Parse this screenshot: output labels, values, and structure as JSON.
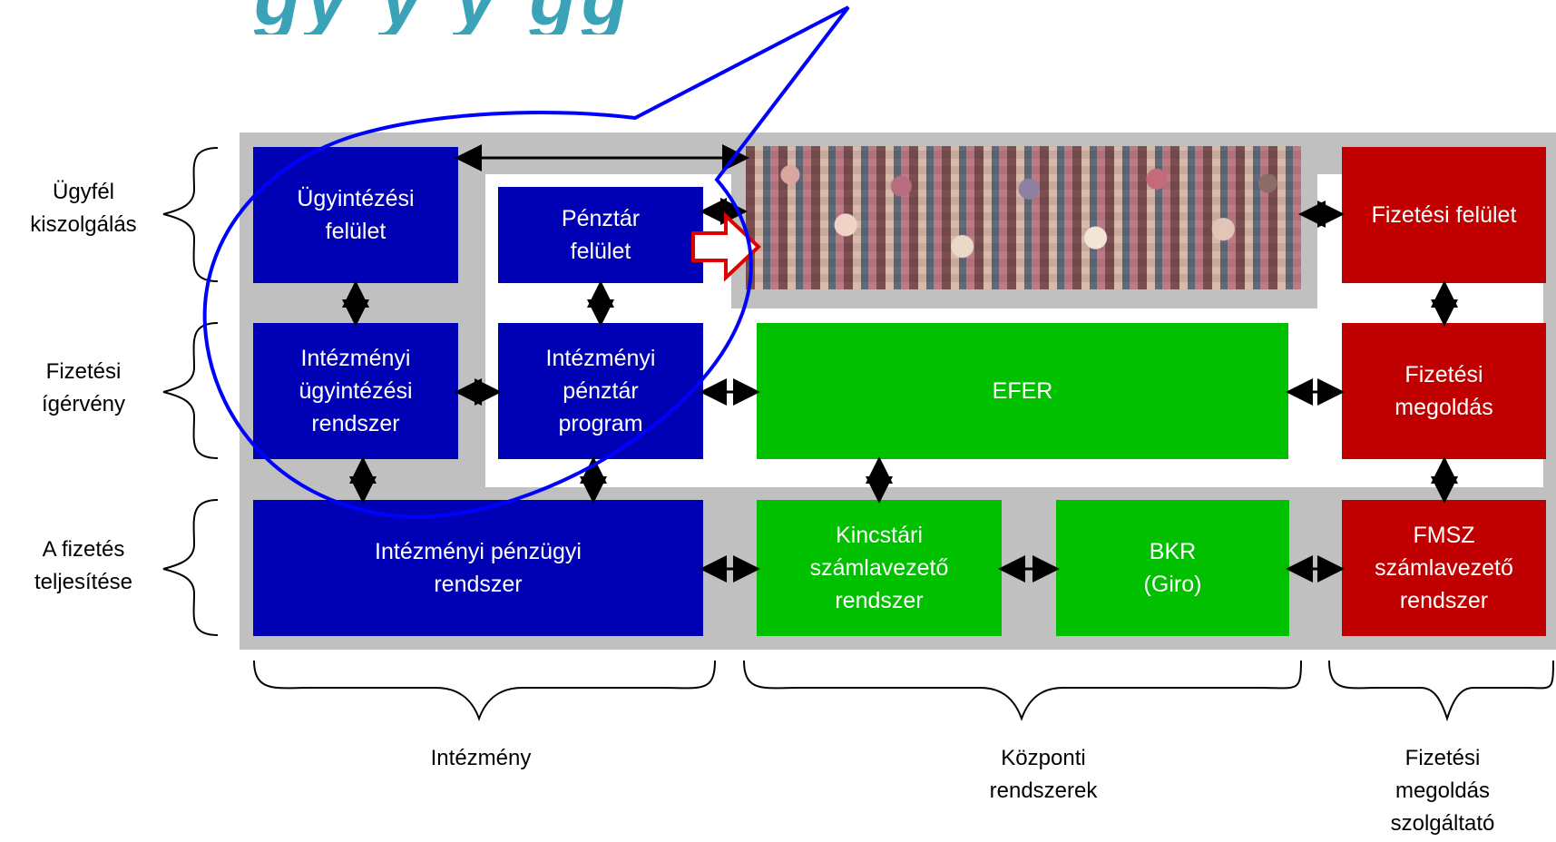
{
  "header": {
    "title_fragment": "gy        y          y gg"
  },
  "rows": {
    "customer_service": "Ügyfél\nkiszolgálás",
    "payment_promise": "Fizetési\nígérvény",
    "payment_completion": "A fizetés\nteljesítése"
  },
  "boxes": {
    "case_interface": "Ügyintézési\nfelület",
    "cashier_interface": "Pénztár\nfelület",
    "payment_interface": "Fizetési felület",
    "institutional_case_system": "Intézményi\nügyintézési\nrendszer",
    "institutional_cashier_program": "Intézményi\npénztár\nprogram",
    "efer": "EFER",
    "payment_solution": "Fizetési\nmegoldás",
    "institutional_finance_system": "Intézményi pénzügyi\nrendszer",
    "treasury_account_system": "Kincstári\nszámlavezető\nrendszer",
    "bkr": "BKR\n(Giro)",
    "fmsz_account_system": "FMSZ\nszámlavezető\nrendszer"
  },
  "columns": {
    "institution": "Intézmény",
    "central_systems": "Központi\nrendszerek",
    "payment_provider": "Fizetési\nmegoldás\nszolgáltató"
  },
  "colors": {
    "blue": "#0000b4",
    "green": "#00c000",
    "red": "#c00000",
    "gray": "#c0c0c0",
    "callout": "#0000ff"
  },
  "icons": {
    "crowd": "crowd-photo",
    "highlight_arrow": "red-outline-arrow-icon"
  }
}
